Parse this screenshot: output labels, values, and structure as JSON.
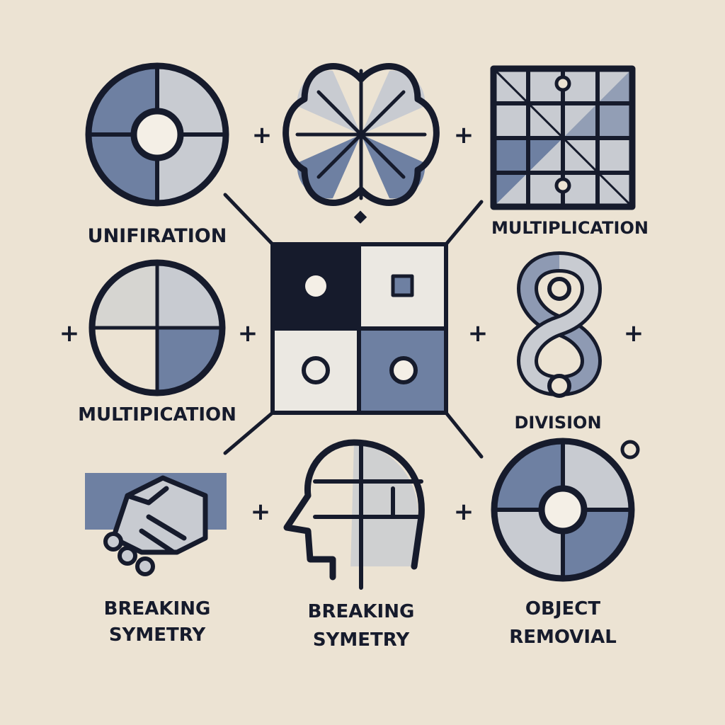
{
  "colors": {
    "background": "#ece3d3",
    "ink": "#161b2c",
    "blue": "#6e80a2",
    "light": "#c8cbd1"
  },
  "labels": {
    "unification": "UNIFIRATION",
    "multiplication_top": "MULTIPLICATION",
    "multiplication_mid": "MULTIPICATION",
    "division": "DIVISION",
    "breaking_1": [
      "BREAKING",
      "SYMETRY"
    ],
    "breaking_2": [
      "BREAKING",
      "SYMETRY"
    ],
    "object_removal": [
      "OBJECT",
      "REMOVIAL"
    ]
  },
  "operator_symbol": "+"
}
